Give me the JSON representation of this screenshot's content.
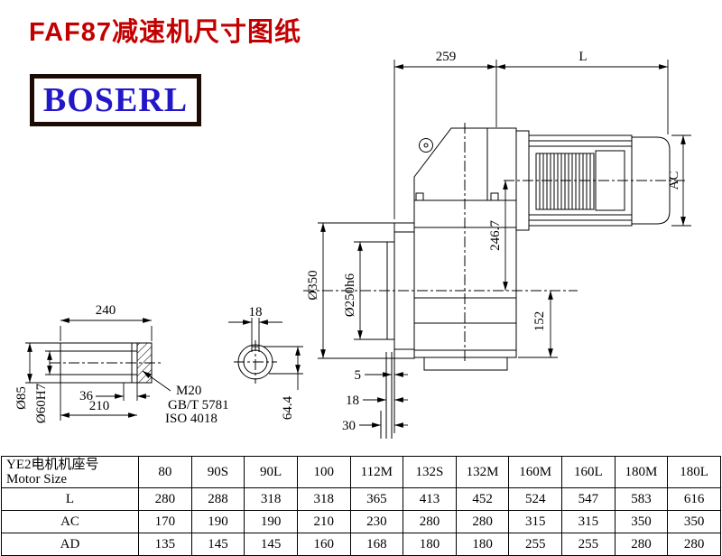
{
  "page": {
    "title": "FAF87减速机尺寸图纸",
    "brand": "BOSERL"
  },
  "drawing": {
    "main": {
      "dim259": "259",
      "dimL": "L",
      "dimAC": "AC",
      "dim2467": "246.7",
      "dim350": "Ø350",
      "dim250": "Ø250h6",
      "dim152": "152",
      "dim5": "5",
      "dim18": "18",
      "dim30": "30"
    },
    "shaft": {
      "dim240": "240",
      "dim18": "18",
      "dim85": "Ø85",
      "dim60": "Ø60H7",
      "dim36": "36",
      "dim210": "210",
      "thread": "M20",
      "std1": "GB/T 5781",
      "std2": "ISO 4018",
      "dim644": "64.4"
    }
  },
  "table": {
    "header": {
      "line1": "YE2电机机座号",
      "line2": "Motor Size"
    },
    "columns": [
      "80",
      "90S",
      "90L",
      "100",
      "112M",
      "132S",
      "132M",
      "160M",
      "160L",
      "180M",
      "180L"
    ],
    "rows": [
      {
        "label": "L",
        "values": [
          "280",
          "288",
          "318",
          "318",
          "365",
          "413",
          "452",
          "524",
          "547",
          "583",
          "616"
        ]
      },
      {
        "label": "AC",
        "values": [
          "170",
          "190",
          "190",
          "210",
          "230",
          "280",
          "280",
          "315",
          "315",
          "350",
          "350"
        ]
      },
      {
        "label": "AD",
        "values": [
          "135",
          "145",
          "145",
          "160",
          "168",
          "180",
          "180",
          "255",
          "255",
          "280",
          "280"
        ]
      }
    ]
  }
}
